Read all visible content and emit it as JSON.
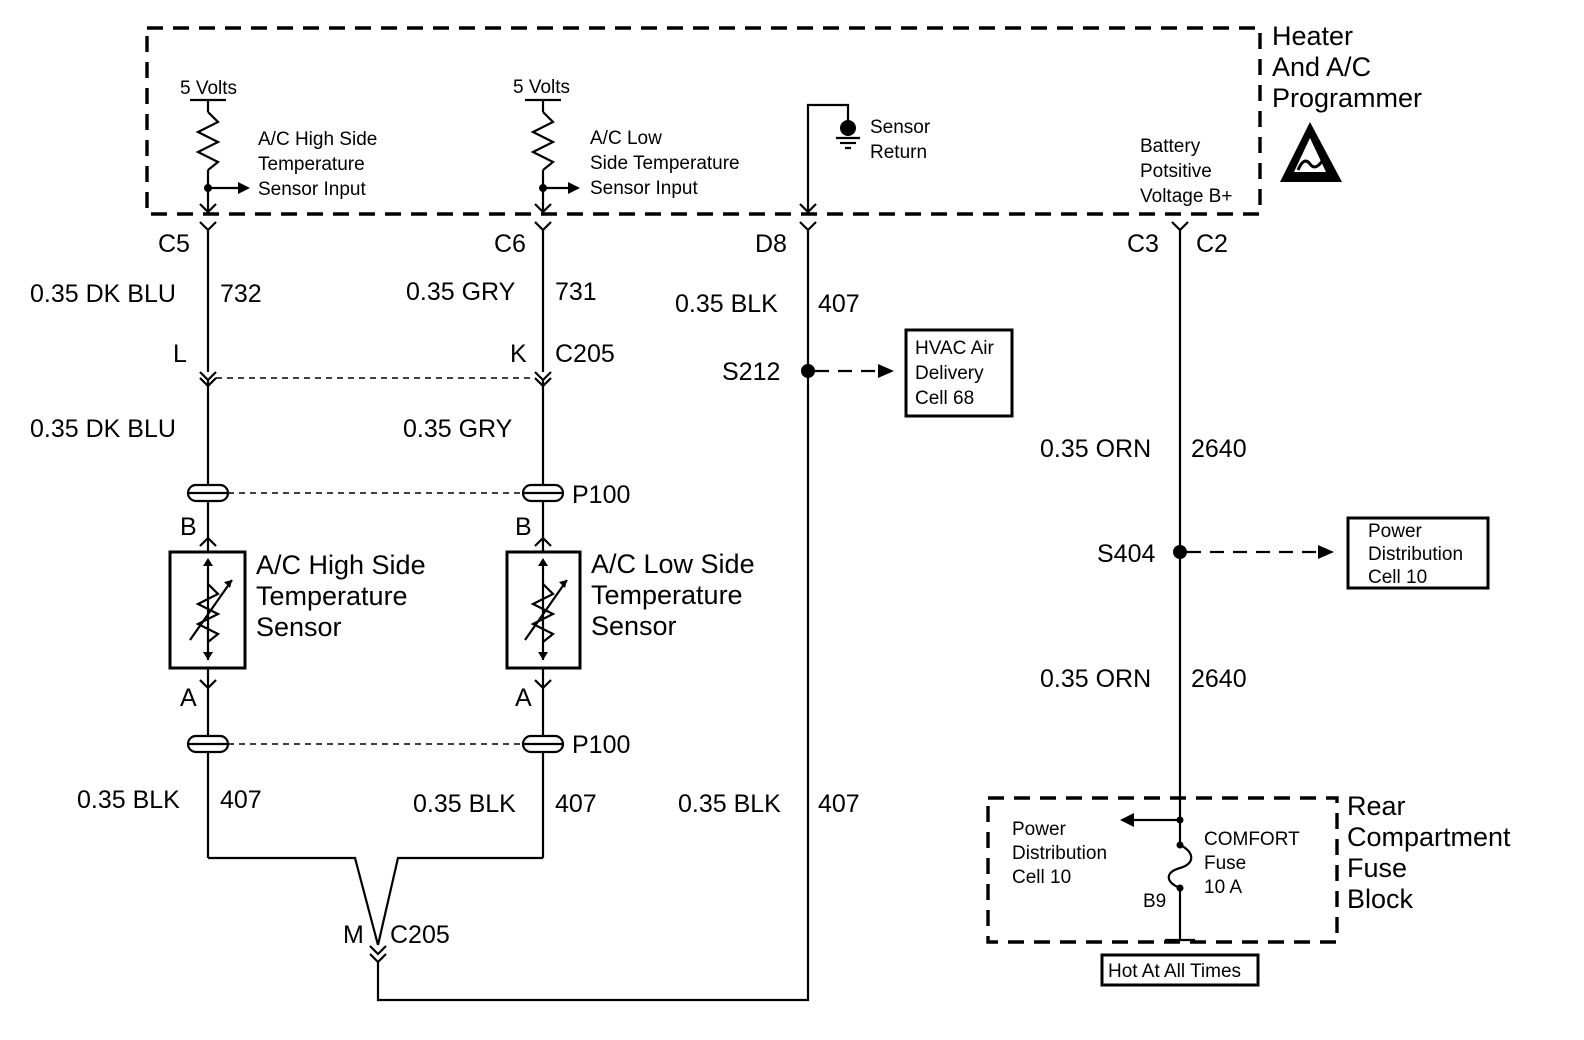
{
  "programmer": {
    "title": [
      "Heater",
      "And A/C",
      "Programmer"
    ],
    "volts_left": "5 Volts",
    "volts_right": "5 Volts",
    "high_input": [
      "A/C High Side",
      "Temperature",
      "Sensor Input"
    ],
    "low_input": [
      "A/C Low",
      "Side Temperature",
      "Sensor Input"
    ],
    "sensor_return": [
      "Sensor",
      "Return"
    ],
    "battery": [
      "Battery",
      "Potsitive",
      "Voltage B+"
    ]
  },
  "pins": {
    "c5": "C5",
    "c6": "C6",
    "d8": "D8",
    "c3": "C3",
    "c2": "C2",
    "l": "L",
    "k": "K",
    "c205": "C205",
    "b_left": "B",
    "b_right": "B",
    "a_left": "A",
    "a_right": "A",
    "m": "M",
    "c205_bottom": "C205",
    "b9": "B9"
  },
  "wires": {
    "dk_blu_top": "0.35 DK BLU",
    "dk_blu_top_num": "732",
    "gry_top": "0.35 GRY",
    "gry_top_num": "731",
    "blk_d8": "0.35 BLK",
    "blk_d8_num": "407",
    "dk_blu_mid": "0.35 DK BLU",
    "gry_mid": "0.35 GRY",
    "orn_top": "0.35 ORN",
    "orn_top_num": "2640",
    "orn_bot": "0.35 ORN",
    "orn_bot_num": "2640",
    "blk_left": "0.35 BLK",
    "blk_left_num": "407",
    "blk_mid": "0.35 BLK",
    "blk_mid_num": "407",
    "blk_right": "0.35 BLK",
    "blk_right_num": "407"
  },
  "splices": {
    "s212": "S212",
    "s404": "S404"
  },
  "passthroughs": {
    "p100_top": "P100",
    "p100_bottom": "P100"
  },
  "refs": {
    "hvac": [
      "HVAC Air",
      "Delivery",
      "Cell 68"
    ],
    "power_dist": [
      "Power",
      "Distribution",
      "Cell 10"
    ]
  },
  "sensors": {
    "high": [
      "A/C High Side",
      "Temperature",
      "Sensor"
    ],
    "low": [
      "A/C Low Side",
      "Temperature",
      "Sensor"
    ]
  },
  "fuse_block": {
    "title": [
      "Rear",
      "Compartment",
      "Fuse",
      "Block"
    ],
    "power_dist": [
      "Power",
      "Distribution",
      "Cell 10"
    ],
    "fuse": [
      "COMFORT",
      "Fuse",
      "10 A"
    ],
    "hot": "Hot At All Times"
  }
}
